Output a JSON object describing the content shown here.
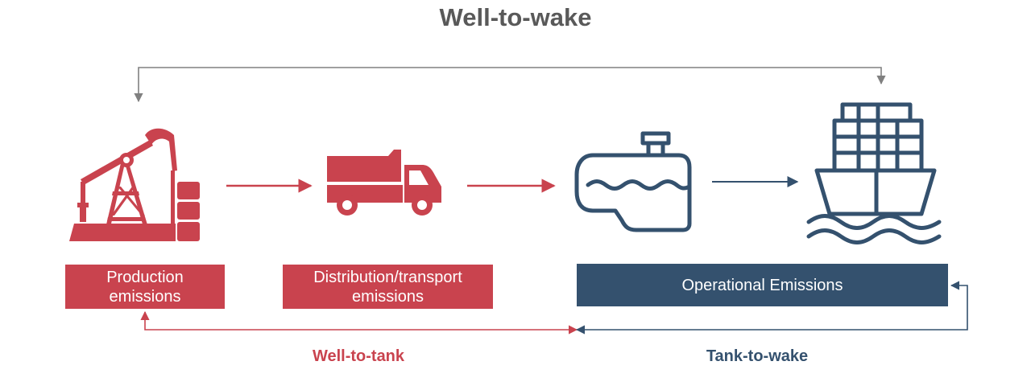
{
  "title": "Well-to-wake",
  "colors": {
    "red": "#c9434e",
    "navy": "#34516e",
    "gray": "#808080",
    "title": "#595959"
  },
  "stages": [
    {
      "label_line1": "Production",
      "label_line2": "emissions",
      "icon": "oil-pump-jack-icon"
    },
    {
      "label_line1": "Distribution/transport",
      "label_line2": "emissions",
      "icon": "dump-truck-icon"
    },
    {
      "icon": "engine-icon"
    },
    {
      "icon": "container-ship-icon"
    }
  ],
  "operational_label": "Operational Emissions",
  "scopes": {
    "well_to_tank": "Well-to-tank",
    "tank_to_wake": "Tank-to-wake"
  }
}
